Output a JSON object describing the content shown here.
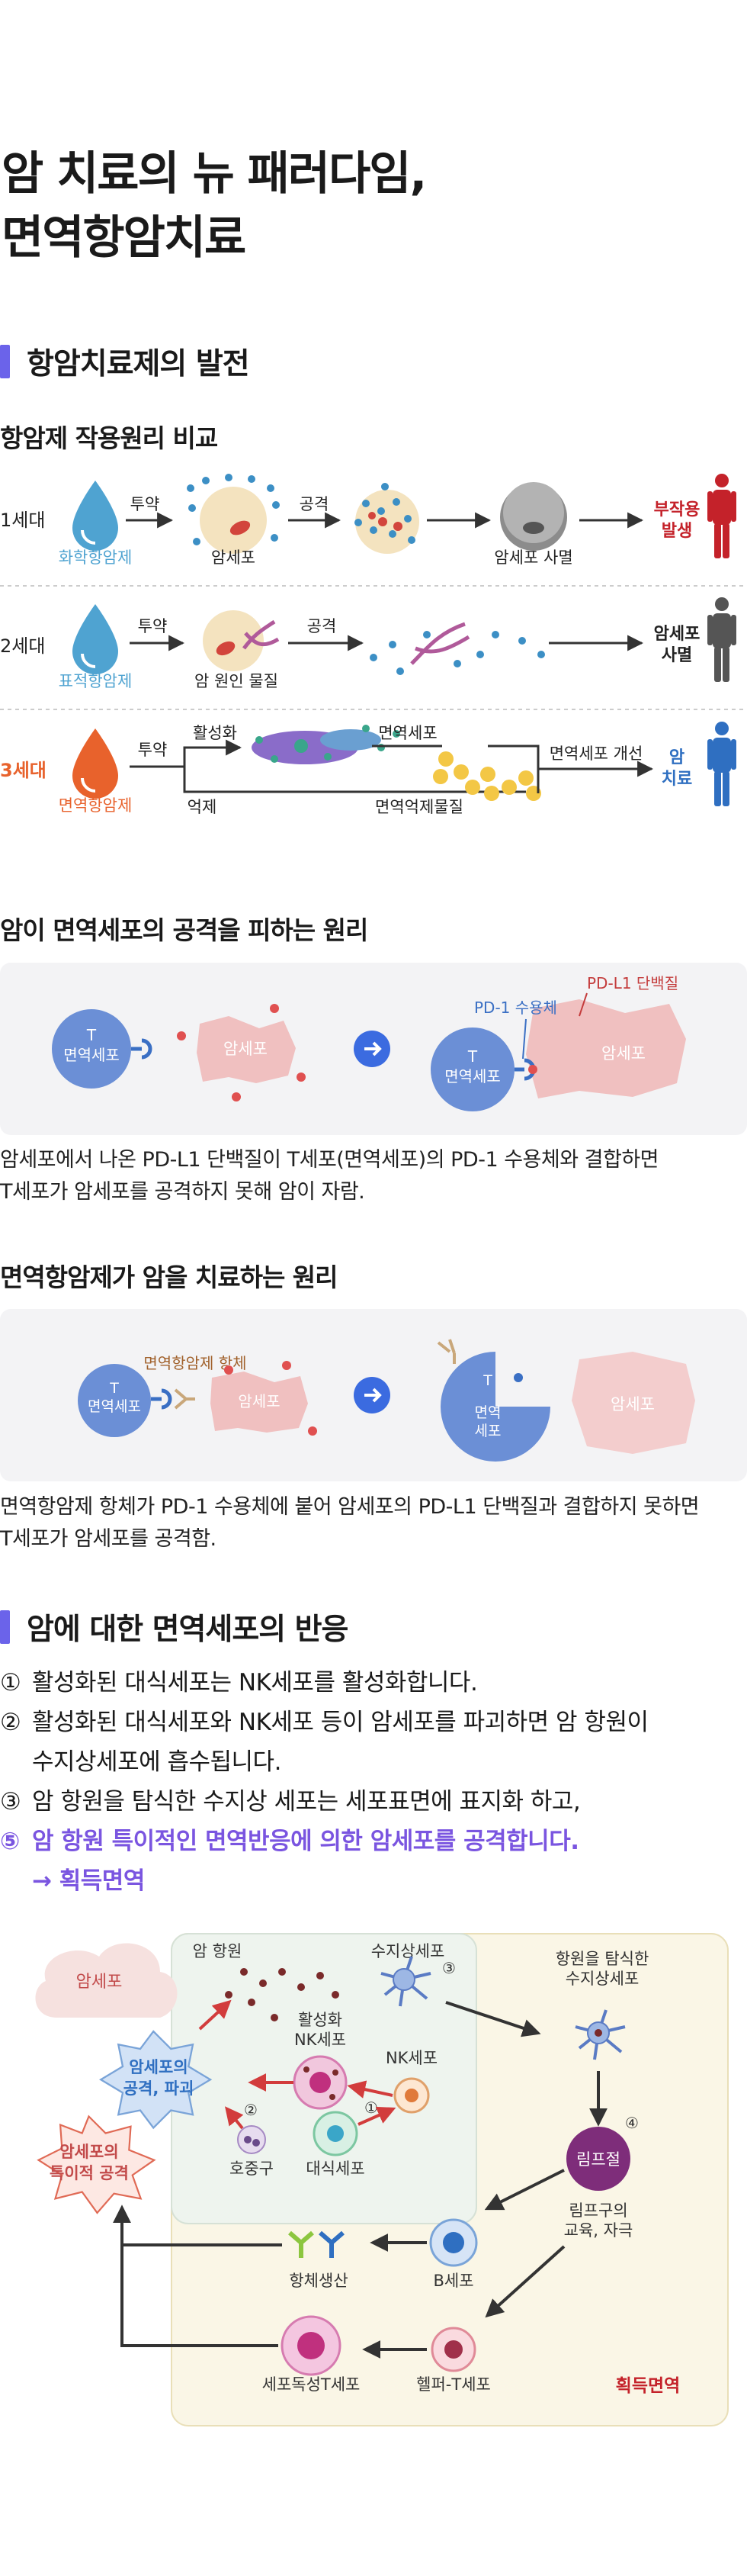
{
  "header": {
    "title_line1": "암 치료의 뉴 패러다임,",
    "title_line2": "면역항암치료"
  },
  "section1": {
    "title": "항암치료제의 발전",
    "subtitle": "항암제 작용원리 비교",
    "gen1": {
      "label": "1세대",
      "drug": "화학항암제",
      "arrow1": "투약",
      "cell": "암세포",
      "arrow2": "공격",
      "result_cell": "암세포 사멸",
      "outcome_line1": "부작용",
      "outcome_line2": "발생"
    },
    "gen2": {
      "label": "2세대",
      "drug": "표적항암제",
      "arrow1": "투약",
      "cell": "암 원인 물질",
      "arrow2": "공격",
      "outcome_line1": "암세포",
      "outcome_line2": "사멸"
    },
    "gen3": {
      "label": "3세대",
      "drug": "면역항암제",
      "arrow1": "투약",
      "branch_top": "활성화",
      "branch_bottom": "억제",
      "immune_cell": "면역세포",
      "immune_substance": "면역억제물질",
      "improve": "면역세포 개선",
      "outcome_line1": "암",
      "outcome_line2": "치료"
    },
    "colors": {
      "gen1": "#4fa3d1",
      "gen3": "#e8622c",
      "purple": "#6b63ea",
      "cancer_red": "#c4222a"
    }
  },
  "section2": {
    "title": "암이 면역세포의 공격을 피하는 원리",
    "t_cell_letter": "T",
    "t_cell_label": "면역세포",
    "cancer_label": "암세포",
    "pdl1_label": "PD-L1 단백질",
    "pd1_label": "PD-1 수용체",
    "desc_line1": "암세포에서 나온 PD-L1 단백질이 T세포(면역세포)의 PD-1 수용체와 결합하면",
    "desc_line2": "T세포가 암세포를 공격하지 못해 암이 자람."
  },
  "section3": {
    "title": "면역항암제가 암을 치료하는 원리",
    "antibody_label": "면역항암제 항체",
    "t_cell_letter": "T",
    "t_cell_label": "면역세포",
    "t_cell_label_a": "면역",
    "t_cell_label_b": "세포",
    "cancer_label": "암세포",
    "desc_line1": "면역항암제 항체가 PD-1 수용체에 붙어 암세포의 PD-L1 단백질과 결합하지 못하면",
    "desc_line2": "T세포가 암세포를 공격함."
  },
  "section4": {
    "title": "암에 대한 면역세포의 반응",
    "items": [
      {
        "num": "①",
        "text": "활성화된 대식세포는 NK세포를 활성화합니다."
      },
      {
        "num": "②",
        "text": "활성화된 대식세포와 NK세포 등이 암세포를 파괴하면 암 항원이"
      },
      {
        "num": "",
        "text": "수지상세포에 흡수됩니다."
      },
      {
        "num": "③",
        "text": "암 항원을 탐식한 수지상 세포는 세포표면에 표지화 하고,"
      },
      {
        "num": "⑤",
        "text": "암 항원 특이적인 면역반응에 의한 암세포를 공격합니다."
      }
    ],
    "acquired": "→ 획득면역",
    "diagram": {
      "cancer": "암세포",
      "antigen": "암 항원",
      "dendritic": "수지상세포",
      "attack_line1": "암세포의",
      "attack_line2": "공격, 파괴",
      "activated_nk_line1": "활성화",
      "activated_nk_line2": "NK세포",
      "nk": "NK세포",
      "neutrophil": "호중구",
      "macrophage": "대식세포",
      "specific_line1": "암세포의",
      "specific_line2": "특이적 공격",
      "dendritic_antigen_line1": "항원을 탐식한",
      "dendritic_antigen_line2": "수지상세포",
      "lymph": "림프절",
      "lymph_edu_line1": "림프구의",
      "lymph_edu_line2": "교육, 자극",
      "antibody": "항체생산",
      "bcell": "B세포",
      "ctl": "세포독성T세포",
      "helper": "헬퍼-T세포",
      "acquired": "획득면역",
      "n1": "①",
      "n2": "②",
      "n3": "③",
      "n4": "④"
    }
  }
}
